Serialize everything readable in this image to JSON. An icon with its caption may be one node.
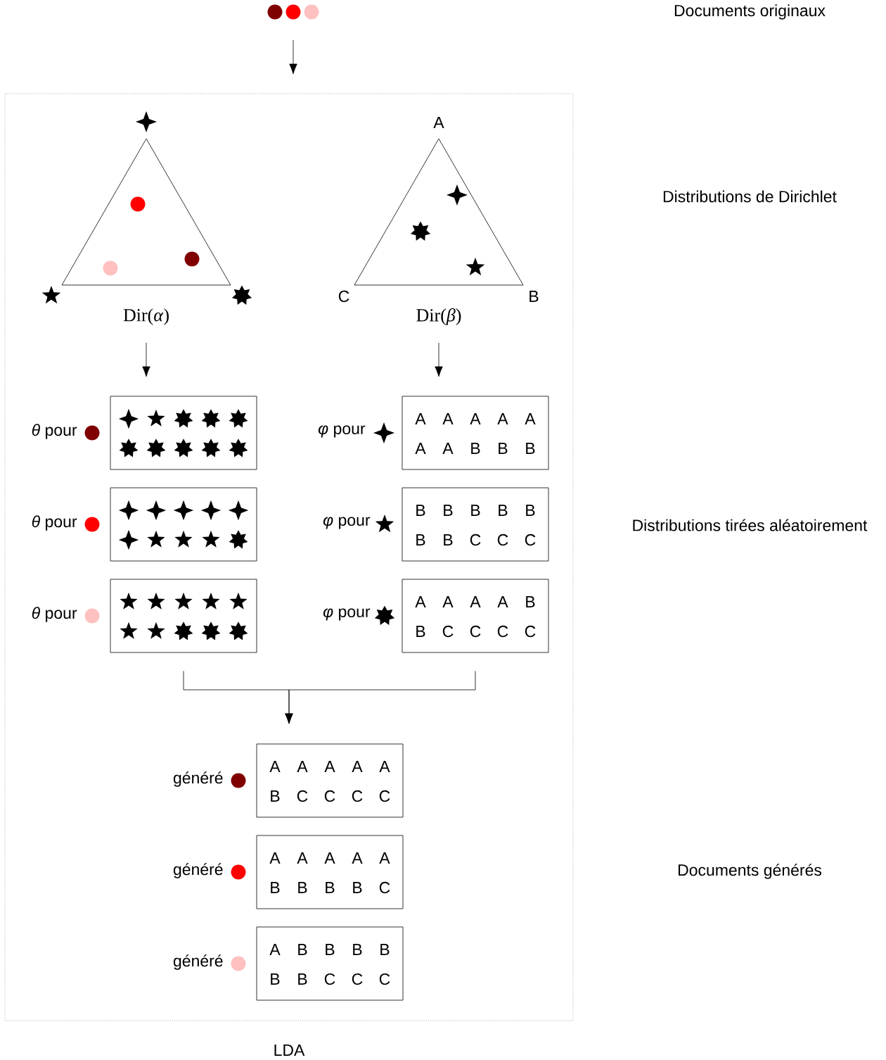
{
  "diagram": {
    "nodes": [
      {
        "text": [],
        "shape": "circle"
      },
      {
        "text": [],
        "shape": "circle"
      },
      {
        "text": [],
        "shape": "circle"
      },
      {
        "text": [
          "LDA"
        ]
      },
      {
        "text": [
          "Dir(*α*)"
        ],
        "in": 3
      },
      {
        "text": [
          "A",
          "C",
          "B",
          "Dir(*β*)"
        ],
        "in": 3
      },
      {
        "text": [],
        "shape": "box",
        "beside": [
          "*θ* pour"
        ],
        "in": 3
      },
      {
        "text": [],
        "shape": "box",
        "beside": [
          "*θ* pour"
        ],
        "in": 3
      },
      {
        "text": [],
        "shape": "box",
        "beside": [
          "*θ* pour"
        ],
        "in": 3
      },
      {
        "text": [
          "A",
          "A",
          "A",
          "A",
          "A",
          "A",
          "A",
          "B",
          "B",
          "B"
        ],
        "beside": [
          "*φ* pour"
        ],
        "in": 3
      },
      {
        "text": [
          "B",
          "B",
          "B",
          "B",
          "B",
          "B",
          "B",
          "C",
          "C",
          "C"
        ],
        "beside": [
          "*φ* pour"
        ],
        "in": 3
      },
      {
        "text": [
          "A",
          "A",
          "A",
          "A",
          "B",
          "B",
          "C",
          "C",
          "C",
          "C"
        ],
        "beside": [
          "*φ* pour"
        ],
        "in": 3
      },
      {
        "text": [
          "A",
          "A",
          "A",
          "A",
          "A",
          "B",
          "C",
          "C",
          "C",
          "C"
        ],
        "beside": [
          "généré"
        ],
        "in": 3
      },
      {
        "text": [
          "A",
          "A",
          "A",
          "A",
          "A",
          "B",
          "B",
          "B",
          "B",
          "C"
        ],
        "beside": [
          "généré"
        ],
        "in": 3
      },
      {
        "text": [
          "A",
          "B",
          "B",
          "B",
          "B",
          "B",
          "B",
          "C",
          "C",
          "C"
        ],
        "beside": [
          "généré"
        ],
        "in": 3
      }
    ],
    "edges": [
      {
        "from": 1,
        "to": 3,
        "arrow": "to"
      },
      {
        "from": 4,
        "to": 6,
        "arrow": "to"
      },
      {
        "from": 5,
        "to": 9,
        "arrow": "to"
      },
      {
        "from": 8,
        "to": 12,
        "arrow": "to"
      },
      {
        "from": 11,
        "to": 12,
        "arrow": "to"
      }
    ],
    "labels": [
      "Documents originaux",
      "Distributions de Dirichlet",
      "Distributions tirées aléatoirement",
      "Documents générés"
    ]
  }
}
